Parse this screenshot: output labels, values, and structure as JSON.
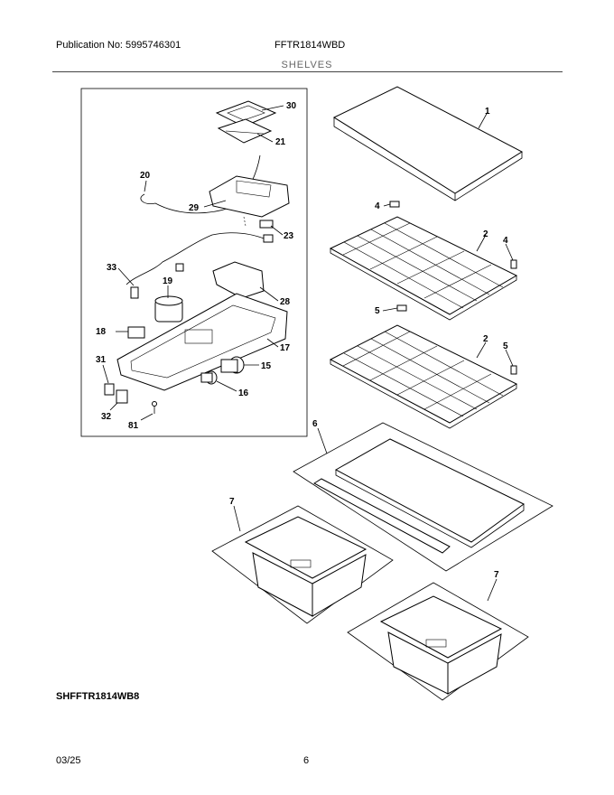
{
  "header": {
    "publication": "Publication No: 5995746301",
    "model": "FFTR1814WBD",
    "section": "SHELVES"
  },
  "diagram": {
    "callouts": [
      "30",
      "21",
      "20",
      "29",
      "23",
      "33",
      "19",
      "28",
      "18",
      "17",
      "31",
      "15",
      "16",
      "32",
      "81",
      "1",
      "4",
      "2",
      "5",
      "4",
      "5",
      "2",
      "6",
      "7",
      "7"
    ]
  },
  "footer": {
    "model_code": "SHFFTR1814WB8",
    "date": "03/25",
    "page": "6"
  }
}
